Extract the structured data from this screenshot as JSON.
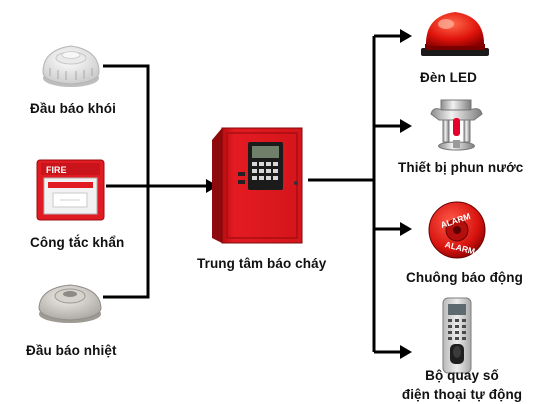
{
  "inputs": [
    {
      "label": "Đầu báo khói",
      "icon": "smoke-detector-icon"
    },
    {
      "label": "Công tắc khẩn",
      "icon": "fire-alarm-call-point-icon",
      "device_text": "FIRE"
    },
    {
      "label": "Đầu báo nhiệt",
      "icon": "heat-detector-icon"
    }
  ],
  "center": {
    "label": "Trung tâm báo cháy",
    "icon": "fire-alarm-control-panel-icon"
  },
  "outputs": [
    {
      "label": "Đèn LED",
      "icon": "red-beacon-light-icon"
    },
    {
      "label": "Thiết bị phun nước",
      "icon": "sprinkler-head-icon"
    },
    {
      "label": "Chuông báo động",
      "icon": "alarm-bell-icon",
      "device_text": "ALARM"
    },
    {
      "label_line1": "Bộ quay số",
      "label_line2": "điện thoại tự động",
      "icon": "auto-dialer-keypad-icon"
    }
  ],
  "colors": {
    "device_red": "#e11b22",
    "line": "#000000",
    "text": "#111111"
  }
}
